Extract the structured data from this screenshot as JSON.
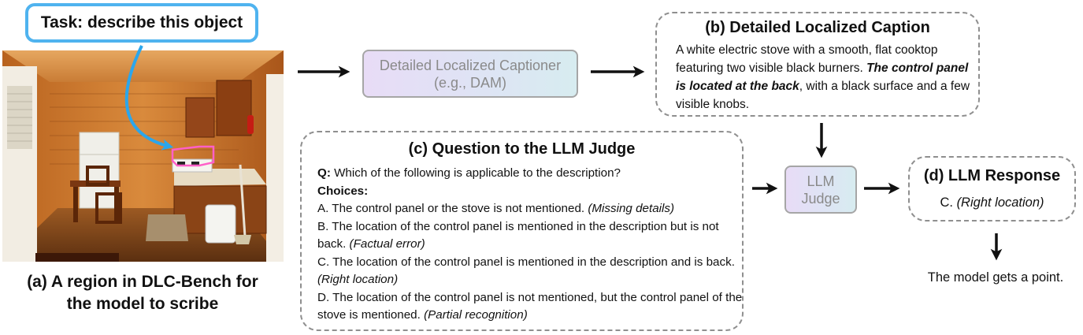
{
  "task": {
    "label": "Task: describe this object"
  },
  "image_caption": {
    "line1": "(a) A region in DLC-Bench for",
    "line2": "the model to scribe"
  },
  "captioner": {
    "line1": "Detailed Localized Captioner",
    "line2": "(e.g., DAM)"
  },
  "caption_panel": {
    "title": "(b) Detailed Localized Caption",
    "text_plain_1": "A white electric stove with a smooth, flat cooktop featuring two visible black burners. ",
    "text_emph": "The control panel is located at the back",
    "text_plain_2": ", with a black surface and a few visible knobs."
  },
  "question_panel": {
    "title": "(c) Question to the LLM Judge",
    "q_label": "Q:",
    "q_text": " Which of the following is applicable to the description?",
    "choices_label": "Choices:",
    "choices": [
      {
        "text": "A. The control panel or the stove is not mentioned. ",
        "tag": "(Missing details)"
      },
      {
        "text": "B. The location of the control panel is mentioned in the description but is not back. ",
        "tag": "(Factual error)"
      },
      {
        "text": "C. The location of the control panel is mentioned in the description and is back. ",
        "tag": "(Right location)"
      },
      {
        "text": "D. The location of the control panel is not mentioned, but the control panel of the stove is mentioned. ",
        "tag": "(Partial recognition)"
      }
    ]
  },
  "judge": {
    "line1": "LLM",
    "line2": "Judge"
  },
  "response_panel": {
    "title": "(d) LLM Response",
    "answer_prefix": "C. ",
    "answer_tag": "(Right location)"
  },
  "result": {
    "text": "The model gets a point."
  },
  "colors": {
    "task_border": "#4fb3ef",
    "pointer_arrow": "#2ba6ec",
    "region_outline": "#ff5fc8",
    "dashed_border": "#8f8f8f"
  }
}
